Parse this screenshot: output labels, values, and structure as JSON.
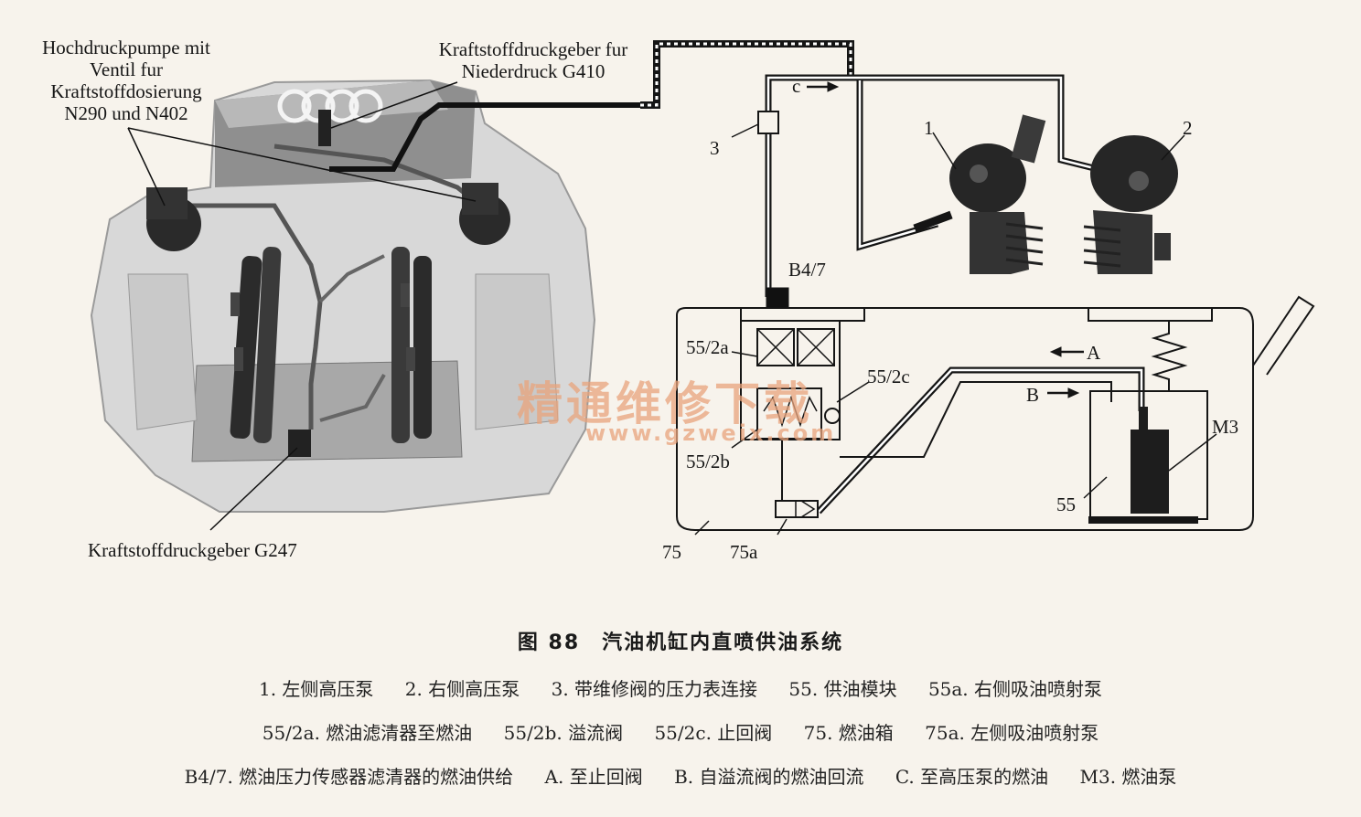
{
  "photo_labels": {
    "pump_label": [
      "Hochdruckpumpe mit",
      "Ventil fur",
      "Kraftstoffdosierung",
      "N290 und N402"
    ],
    "sensor_low_label": [
      "Kraftstoffdruckgeber fur",
      "Niederdruck G410"
    ],
    "sensor_247_label": "Kraftstoffdruckgeber G247"
  },
  "schematic_labels": {
    "n1": "1",
    "n2": "2",
    "n3": "3",
    "c": "c",
    "b47": "B4/7",
    "n55_2a": "55/2a",
    "n55_2c": "55/2c",
    "n55_2b": "55/2b",
    "a": "A",
    "b": "B",
    "m3": "M3",
    "n55": "55",
    "n75": "75",
    "n75a": "75a"
  },
  "watermark": {
    "cn": "精通维修下载",
    "url": "www.gzweix.com"
  },
  "caption": {
    "title": "图 88　汽油机缸内直喷供油系统",
    "lines": [
      [
        "1. 左侧高压泵",
        "2. 右侧高压泵",
        "3. 带维修阀的压力表连接",
        "55. 供油模块",
        "55a. 右侧吸油喷射泵"
      ],
      [
        "55/2a. 燃油滤清器至燃油",
        "55/2b. 溢流阀",
        "55/2c. 止回阀",
        "75. 燃油箱",
        "75a. 左侧吸油喷射泵"
      ],
      [
        "B4/7. 燃油压力传感器滤清器的燃油供给",
        "A. 至止回阀",
        "B. 自溢流阀的燃油回流",
        "C. 至高压泵的燃油",
        "M3. 燃油泵"
      ]
    ]
  }
}
